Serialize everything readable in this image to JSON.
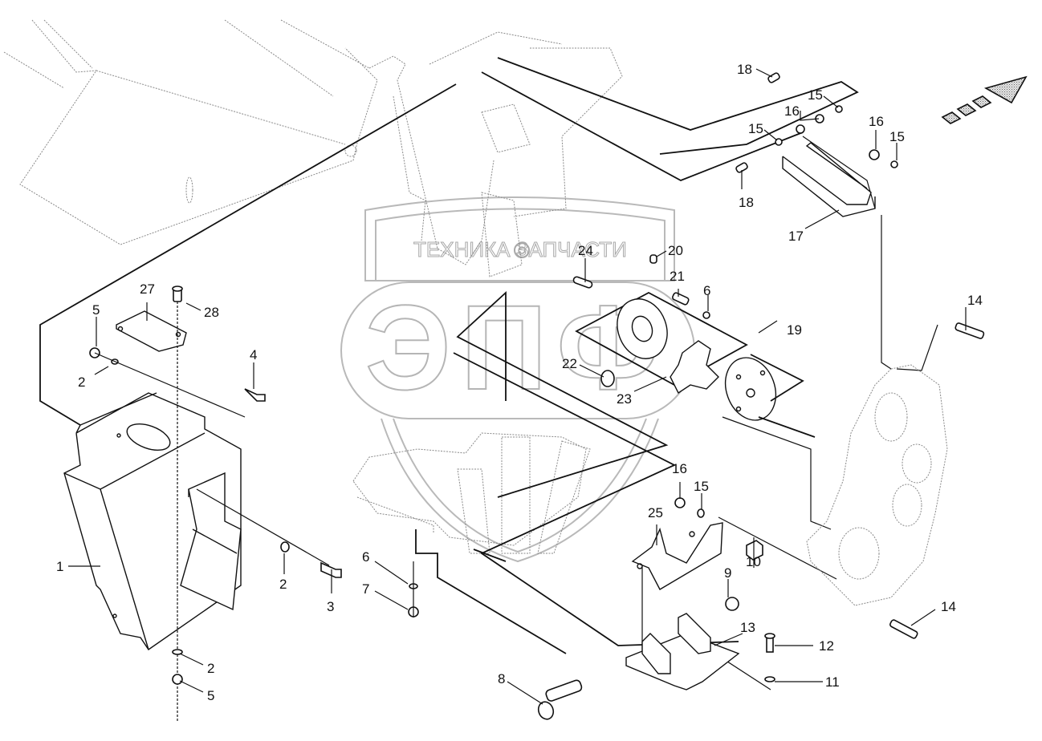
{
  "diagram": {
    "type": "exploded parts diagram",
    "watermark": {
      "text": "ТЕХНИКА ЗАПЧАСТИ",
      "logo_letters": "ЭПФ",
      "gear_icon": "gear-icon"
    },
    "direction_arrow": "direction-arrow-icon",
    "callouts": [
      {
        "id": "c18a",
        "label": "18"
      },
      {
        "id": "c15a",
        "label": "15"
      },
      {
        "id": "c16a",
        "label": "16"
      },
      {
        "id": "c15b",
        "label": "15"
      },
      {
        "id": "c16b",
        "label": "16"
      },
      {
        "id": "c15c",
        "label": "15"
      },
      {
        "id": "c18b",
        "label": "18"
      },
      {
        "id": "c17",
        "label": "17"
      },
      {
        "id": "c20",
        "label": "20"
      },
      {
        "id": "c24",
        "label": "24"
      },
      {
        "id": "c21",
        "label": "21"
      },
      {
        "id": "c6a",
        "label": "6"
      },
      {
        "id": "c19",
        "label": "19"
      },
      {
        "id": "c22",
        "label": "22"
      },
      {
        "id": "c23",
        "label": "23"
      },
      {
        "id": "c14a",
        "label": "14"
      },
      {
        "id": "c27",
        "label": "27"
      },
      {
        "id": "c28",
        "label": "28"
      },
      {
        "id": "c5a",
        "label": "5"
      },
      {
        "id": "c2a",
        "label": "2"
      },
      {
        "id": "c4",
        "label": "4"
      },
      {
        "id": "c1",
        "label": "1"
      },
      {
        "id": "c2b",
        "label": "2"
      },
      {
        "id": "c3",
        "label": "3"
      },
      {
        "id": "c2c",
        "label": "2"
      },
      {
        "id": "c5b",
        "label": "5"
      },
      {
        "id": "c6b",
        "label": "6"
      },
      {
        "id": "c7",
        "label": "7"
      },
      {
        "id": "c16c",
        "label": "16"
      },
      {
        "id": "c15d",
        "label": "15"
      },
      {
        "id": "c25",
        "label": "25"
      },
      {
        "id": "c10",
        "label": "10"
      },
      {
        "id": "c9",
        "label": "9"
      },
      {
        "id": "c13",
        "label": "13"
      },
      {
        "id": "c14b",
        "label": "14"
      },
      {
        "id": "c12",
        "label": "12"
      },
      {
        "id": "c11",
        "label": "11"
      },
      {
        "id": "c8",
        "label": "8"
      }
    ]
  }
}
